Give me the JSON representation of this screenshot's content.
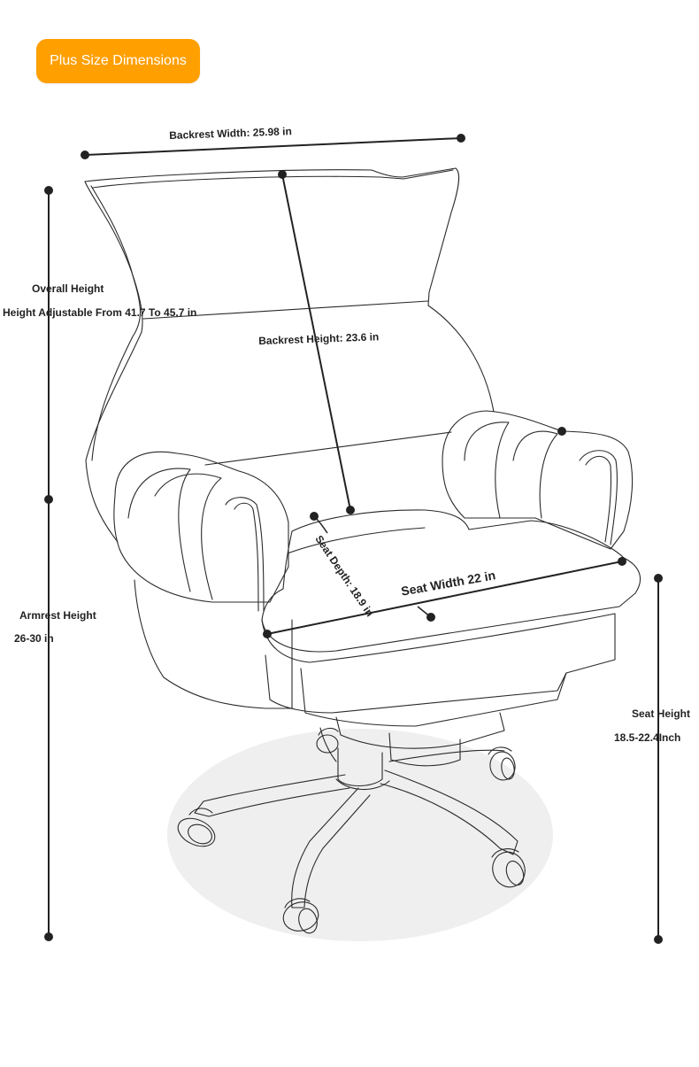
{
  "badge": {
    "label": "Plus Size Dimensions",
    "color": "#ff9f00"
  },
  "dimensions": {
    "backrest_width": "Backrest Width: 25.98 in",
    "overall_height_title": "Overall Height",
    "overall_height_value": "Height Adjustable From 41.7 To 45.7 in",
    "backrest_height": "Backrest Height: 23.6 in",
    "seat_depth": "Seat Depth: 18.9 in",
    "seat_width": "Seat Width 22 in",
    "armrest_height_title": "Armrest Height",
    "armrest_height_value": "26-30 in",
    "seat_height_title": "Seat Height",
    "seat_height_value": "18.5-22.4Inch"
  },
  "colors": {
    "line": "#222222",
    "shadow": "#efefef",
    "accent": "#ff9f00"
  }
}
